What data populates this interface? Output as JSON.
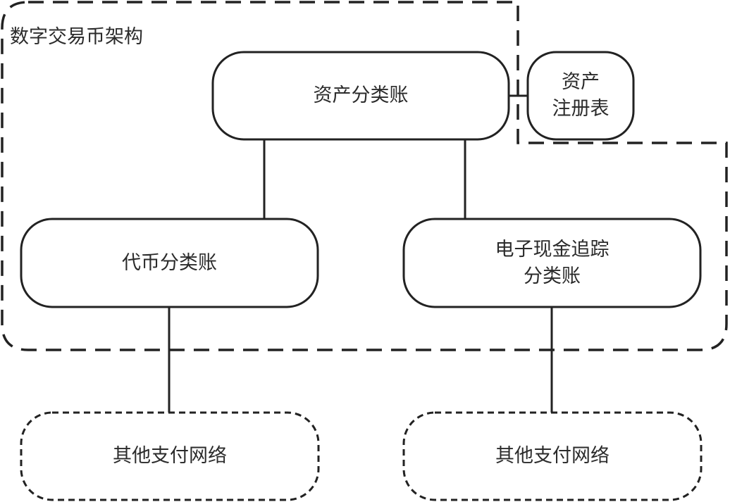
{
  "diagram": {
    "title": "数字交易币架构",
    "nodes": {
      "asset_ledger": "资产分类账",
      "asset_registry": "资产\n注册表",
      "token_ledger": "代币分类账",
      "ecash_ledger": "电子现金追踪\n分类账",
      "other_network_left": "其他支付网络",
      "other_network_right": "其他支付网络"
    },
    "edges": [
      {
        "from": "asset_ledger",
        "to": "asset_registry"
      },
      {
        "from": "asset_ledger",
        "to": "token_ledger"
      },
      {
        "from": "asset_ledger",
        "to": "ecash_ledger"
      },
      {
        "from": "token_ledger",
        "to": "other_network_left"
      },
      {
        "from": "ecash_ledger",
        "to": "other_network_right"
      }
    ],
    "colors": {
      "stroke": "#222222",
      "background": "#ffffff"
    }
  }
}
